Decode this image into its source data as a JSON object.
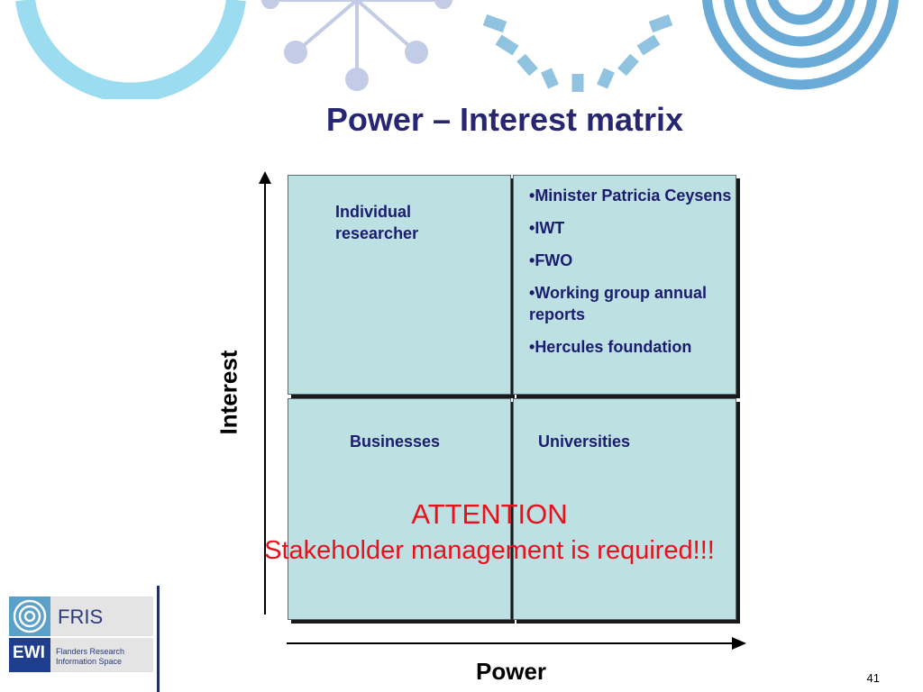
{
  "slide": {
    "title": "Power – Interest matrix",
    "page_number": "41"
  },
  "matrix": {
    "y_axis_label": "Interest",
    "x_axis_label": "Power",
    "top_left": {
      "label": "Individual researcher"
    },
    "top_right": {
      "items": [
        "Minister Patricia Ceysens",
        "IWT",
        "FWO",
        "Working group annual reports",
        "Hercules foundation"
      ]
    },
    "bottom_left": {
      "label": "Businesses"
    },
    "bottom_right": {
      "label": "Universities"
    }
  },
  "callout": {
    "heading": "ATTENTION",
    "message": "Stakeholder management is required!!!"
  },
  "logo": {
    "top_text": "FRIS",
    "badge_text": "EWI",
    "subtitle_line1": "Flanders Research",
    "subtitle_line2": "Information Space"
  },
  "colors": {
    "title": "#262673",
    "quadrant_fill": "#bde0e3",
    "callout": "#e8101a",
    "quadrant_text": "#1c1c6e"
  }
}
